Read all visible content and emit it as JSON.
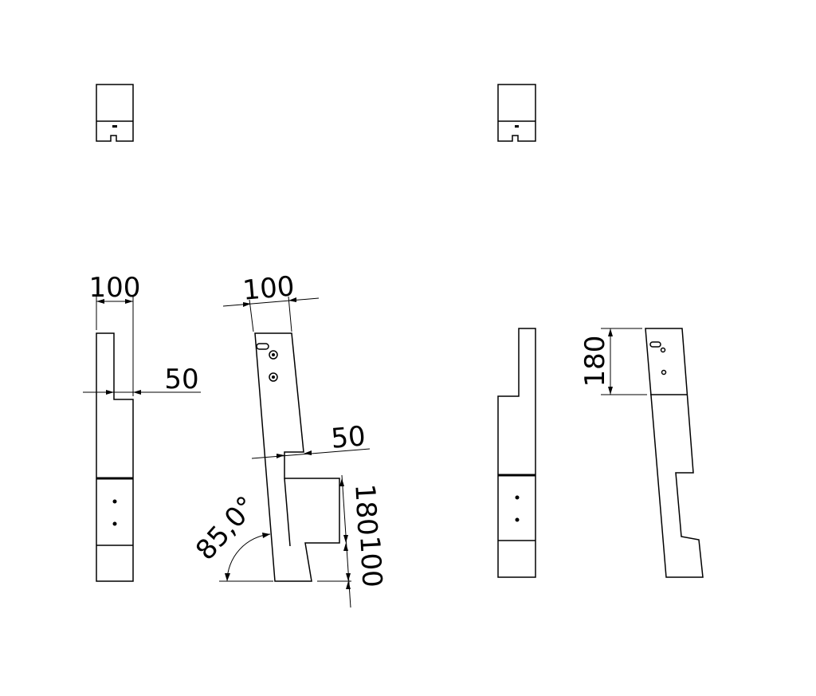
{
  "views": {
    "top_left": "top-view-left",
    "top_right": "top-view-right",
    "front_left": "front-view-left",
    "side_left": "side-view-left",
    "front_right": "front-view-right",
    "side_right": "side-view-right"
  },
  "dimensions": {
    "front_left_width": "100",
    "front_left_step": "50",
    "side_left_width": "100",
    "side_left_step": "50",
    "side_left_notch_height": "180",
    "side_left_bottom": "100",
    "side_left_angle": "85,0°",
    "side_right_height": "180"
  }
}
